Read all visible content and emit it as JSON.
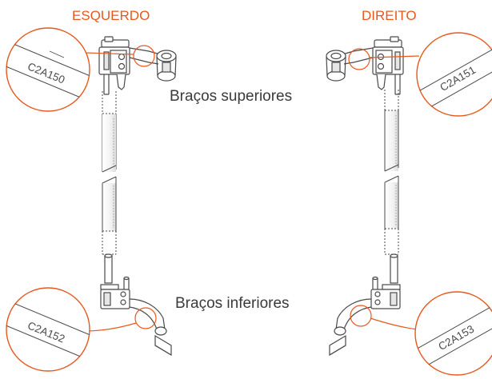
{
  "labels": {
    "left": "ESQUERDO",
    "right": "DIREITO",
    "upper_arms": "Braços superiores",
    "lower_arms": "Braços inferiores"
  },
  "part_codes": {
    "upper_left": "C2A150",
    "upper_right": "C2A151",
    "lower_left": "C2A152",
    "lower_right": "C2A153"
  },
  "colors": {
    "accent": "#e8581c",
    "text": "#3a3a3a",
    "stroke": "#4a4a4a"
  }
}
